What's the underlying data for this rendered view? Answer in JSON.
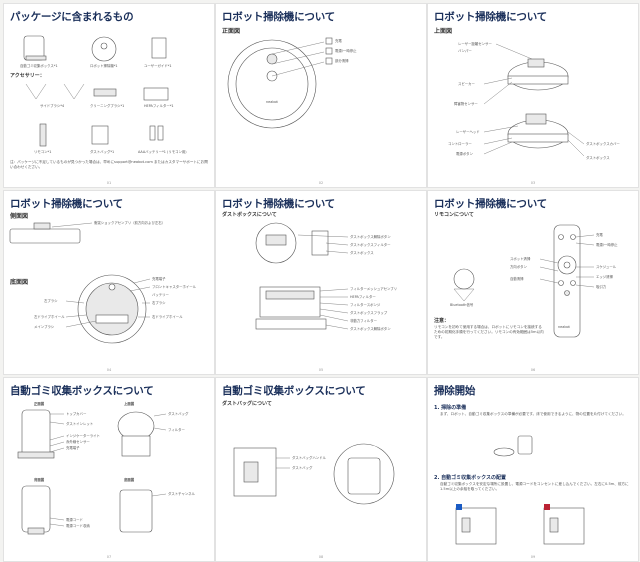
{
  "pages": [
    {
      "title": "パッケージに含まれるもの",
      "accessory_heading": "アクセサリー：",
      "items": [
        "自動ゴミ収集ボックス*1",
        "ロボット掃除機*1",
        "ユーザーガイド*1",
        "サイドブラシ*4",
        "クリーニングブラシ*1",
        "HEPAフィルター*1",
        "リモコン*1",
        "ダストバッグ*1",
        "AAAバッテリー*1 (リモコン用)"
      ],
      "note": "注：パッケージに不足しているものが見つかった場合は、早めにsupport@neabot.com またはカスタマーサポートにお問い合わせください。",
      "page_no": "01"
    },
    {
      "title": "ロボット掃除機について",
      "front_label": "正面図",
      "callouts": [
        "充電",
        "電源/一時停止",
        "部分清掃"
      ],
      "brand": "neabot",
      "page_no": "02"
    },
    {
      "title": "ロボット掃除機について",
      "top_label": "上面図",
      "callouts": [
        "レーザー距離センサー",
        "バンパー",
        "スピーカー",
        "障害物センサー",
        "レーザーヘッド",
        "コントローラー",
        "電源ボタン",
        "ダストボックス",
        "ダストボックスカバー"
      ],
      "page_no": "03"
    },
    {
      "title": "ロボット掃除機について",
      "side_label": "側面図",
      "bottom_label": "底面図",
      "side_callouts": [
        "衝突ショックアセンブリ（前方向および左右）"
      ],
      "bottom_callouts": [
        "充電端子",
        "フロントキャスターホイール",
        "左ブラシ",
        "右ブラシ",
        "左ドライブホイール",
        "メインブラシ",
        "右ドライブホイール",
        "バッテリー"
      ],
      "page_no": "04"
    },
    {
      "title": "ロボット掃除機について",
      "section": "ダストボックスについて",
      "callouts": [
        "ダストボックス解除ボタン",
        "ダストボックスフィルター",
        "ダストボックス",
        "フィルターメッシュアセンブリ",
        "HEPAフィルター",
        "フィルタースポンジ",
        "ダストボックスフラップ",
        "非動力フィルター",
        "ダストボックス解除ボタン"
      ],
      "page_no": "05"
    },
    {
      "title": "ロボット掃除機について",
      "section": "リモコンについて",
      "callouts": [
        "充電",
        "電源/一時停止",
        "スポット清掃",
        "方向ボタン",
        "自動清掃",
        "スケジュール",
        "エッジ清掃",
        "吸引力"
      ],
      "sensor_label": "Bluetooth信号",
      "note_title": "注意：",
      "note": "リモコンを初めて使用する場合は、ロボットにリモコンを接続するための初期化手順を行ってください。リモコンの有効範囲は5m以内です。",
      "brand": "neabot",
      "page_no": "06"
    },
    {
      "title": "自動ゴミ収集ボックスについて",
      "front_label": "正面図",
      "top_label": "上面図",
      "rear_label": "背面図",
      "bottom_label": "底面図",
      "callouts": [
        "トップカバー",
        "ダストインレット",
        "インジケーターライト",
        "赤外線センサー",
        "充電端子",
        "ダストバッグ",
        "フィルター",
        "ダストチャンネル",
        "電源コード",
        "電源コード収納"
      ],
      "page_no": "07"
    },
    {
      "title": "自動ゴミ収集ボックスについて",
      "section": "ダストバッグについて",
      "callouts": [
        "ダストバッグハンドル",
        "ダストバッグ"
      ],
      "page_no": "08"
    },
    {
      "title": "掃除開始",
      "step1": "1. 掃除の準備",
      "step1_text": "まず、ロボット、自動ゴミ収集ボックスの準備が必要です。床で使用できるように、物の位置を片付けてください。",
      "step2": "2. 自動ゴミ収集ボックスの配置",
      "step2_text": "自動ゴミ収集ボックスを安定な場所に設置し、電源コードをコンセントに差し込んでください。左右に0.5m、前方に1.5m以上の余裕を取ってください。",
      "page_no": "09"
    }
  ]
}
